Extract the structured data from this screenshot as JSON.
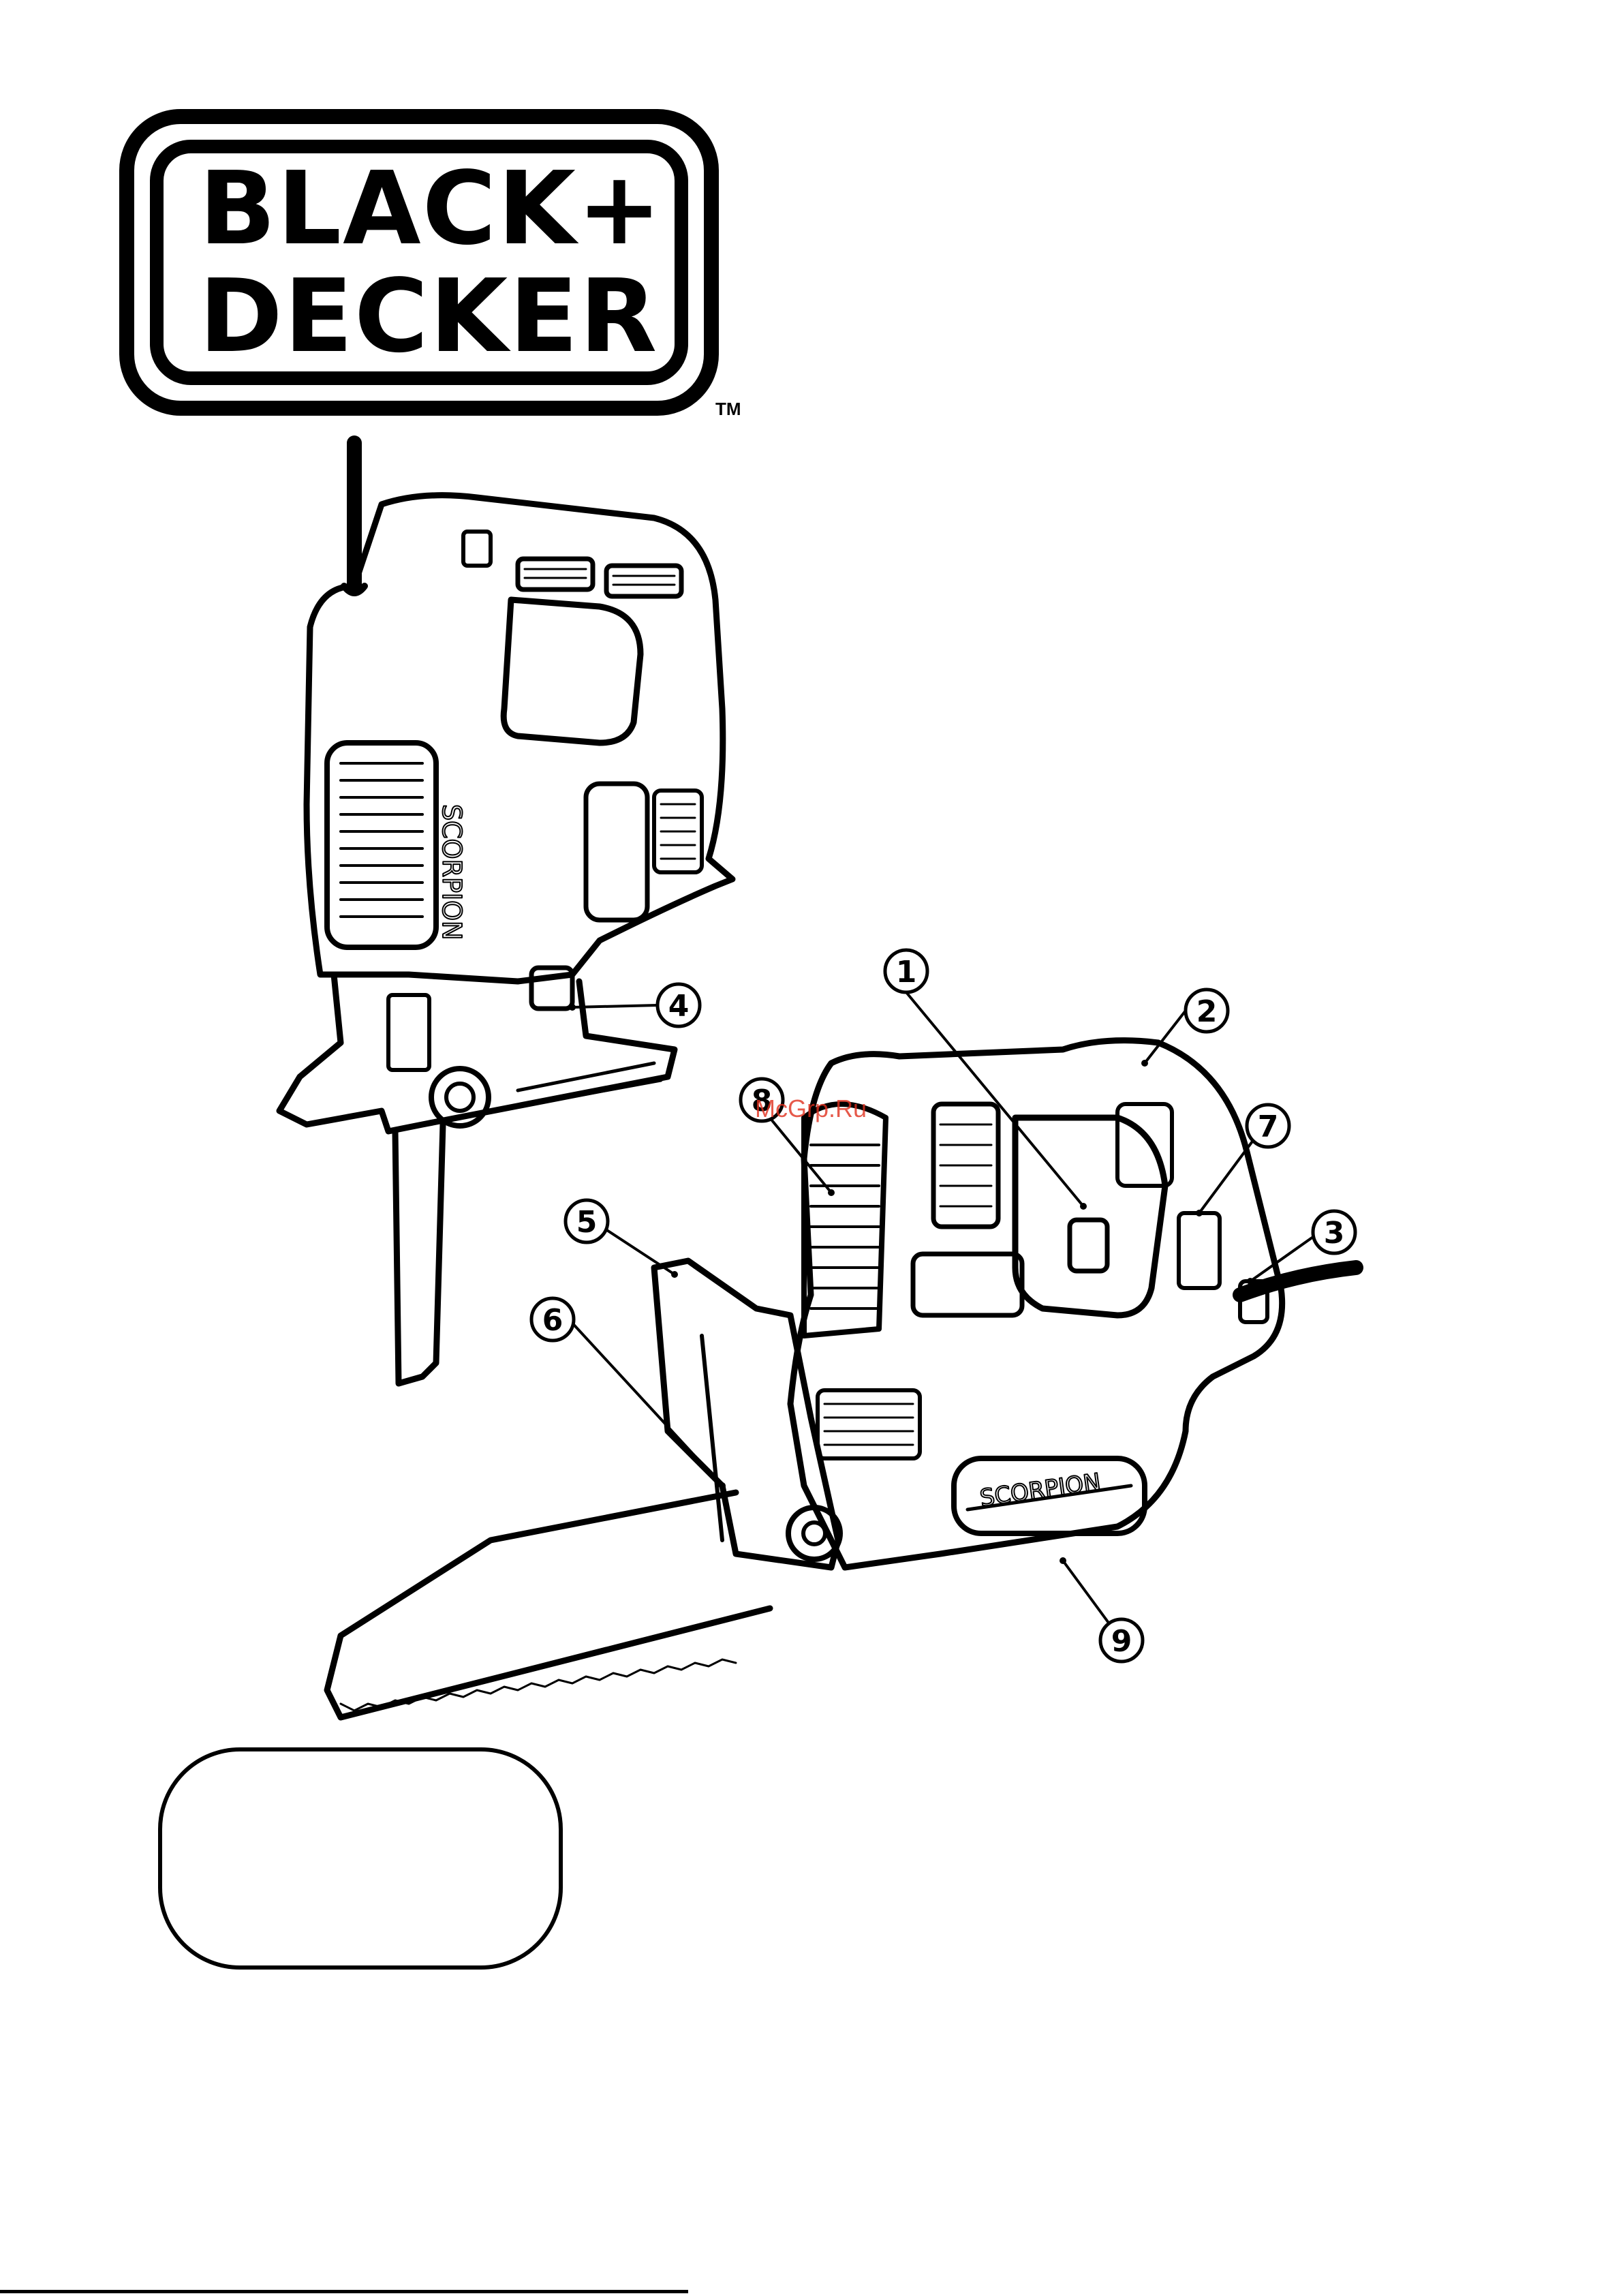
{
  "brand": {
    "line1": "BLACK+",
    "line2": "DECKER",
    "trademark": "TM"
  },
  "product_lettering": "SCORPION",
  "watermark": "McGrp.Ru",
  "callouts": [
    "1",
    "2",
    "3",
    "4",
    "5",
    "6",
    "7",
    "8",
    "9"
  ],
  "colors": {
    "ink": "#000000",
    "paper": "#ffffff",
    "watermark": "#e0301e"
  }
}
